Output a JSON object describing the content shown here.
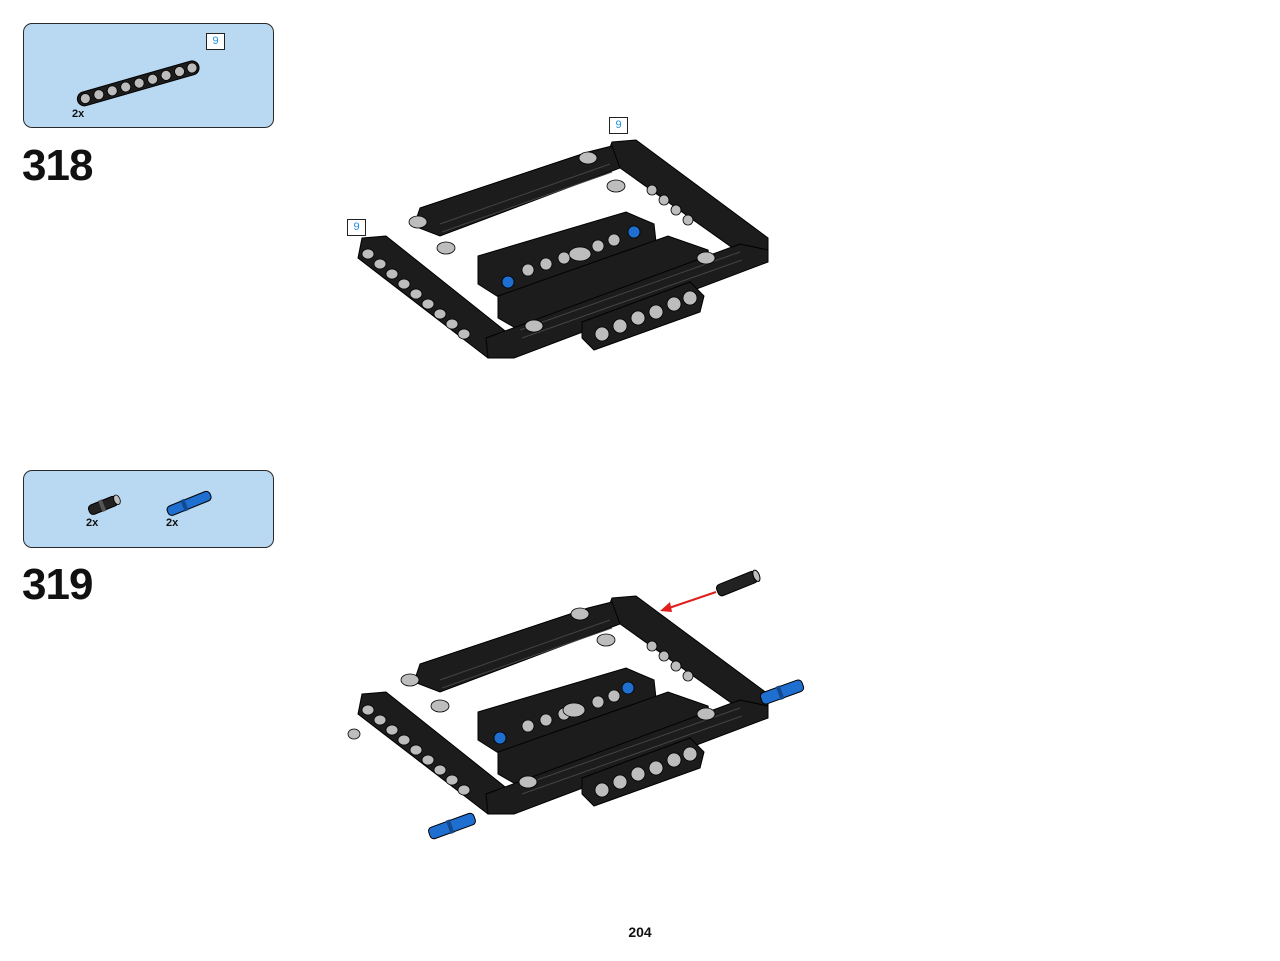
{
  "steps": [
    {
      "number": "318",
      "parts": [
        {
          "icon": "black-liftarm-9-icon",
          "quantity": "2x",
          "length_tag": "9"
        }
      ],
      "callouts": [
        "9",
        "9"
      ]
    },
    {
      "number": "319",
      "parts": [
        {
          "icon": "black-pin-icon",
          "quantity": "2x"
        },
        {
          "icon": "blue-axle-pin-icon",
          "quantity": "2x"
        }
      ]
    }
  ],
  "page_number": "204",
  "colors": {
    "parts_box_bg": "#b9d8f2",
    "liftarm": "#1c1c1c",
    "blue_part": "#1f6fd1",
    "arrow": "#e0201b",
    "length_tag_text": "#1d8ee0"
  }
}
